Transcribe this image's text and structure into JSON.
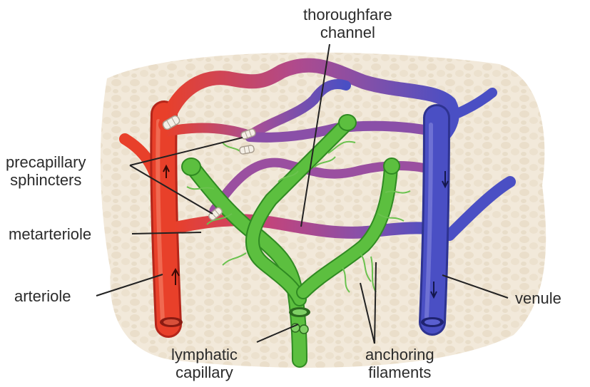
{
  "labels": {
    "thoroughfare": [
      "thoroughfare",
      "channel"
    ],
    "precapillary": [
      "precapillary",
      "sphincters"
    ],
    "metarteriole": "metarteriole",
    "arteriole": "arteriole",
    "venule": "venule",
    "lymphatic": [
      "lymphatic",
      "capillary"
    ],
    "anchoring": [
      "anchoring",
      "filaments"
    ]
  },
  "colors": {
    "arterial": "#e8402a",
    "arterial_dark": "#b5261a",
    "venous": "#4a4fc4",
    "venous_dark": "#2e3391",
    "mixed": "#9a4fa0",
    "lymph": "#5cbf3f",
    "lymph_dark": "#2f8a22",
    "tissue": "#efe4d2",
    "leader": "#222222"
  }
}
